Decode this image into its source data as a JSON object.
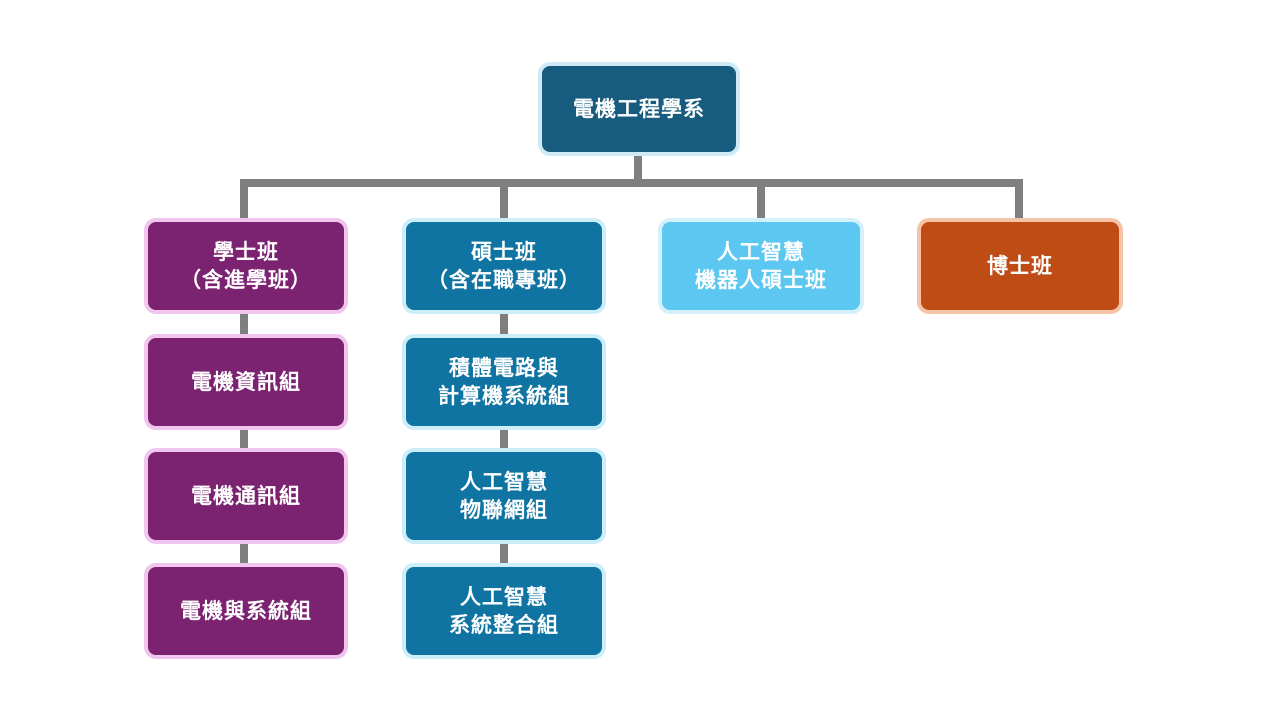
{
  "root": {
    "label": "電機工程學系"
  },
  "bachelor": {
    "title": "學士班",
    "subtitle": "（含進學班）",
    "tracks": [
      "電機資訊組",
      "電機通訊組",
      "電機與系統組"
    ]
  },
  "master": {
    "title": "碩士班",
    "subtitle": "（含在職專班）",
    "tracks": [
      {
        "line1": "積體電路與",
        "line2": "計算機系統組"
      },
      {
        "line1": "人工智慧",
        "line2": "物聯網組"
      },
      {
        "line1": "人工智慧",
        "line2": "系統整合組"
      }
    ]
  },
  "ai_master": {
    "line1": "人工智慧",
    "line2": "機器人碩士班"
  },
  "phd": {
    "label": "博士班"
  },
  "colors": {
    "root": "#175c7e",
    "purple": "#7b2271",
    "teal": "#0f74a1",
    "sky": "#5cc8f1",
    "orange": "#c04c15",
    "connector": "#7f7f7f"
  }
}
